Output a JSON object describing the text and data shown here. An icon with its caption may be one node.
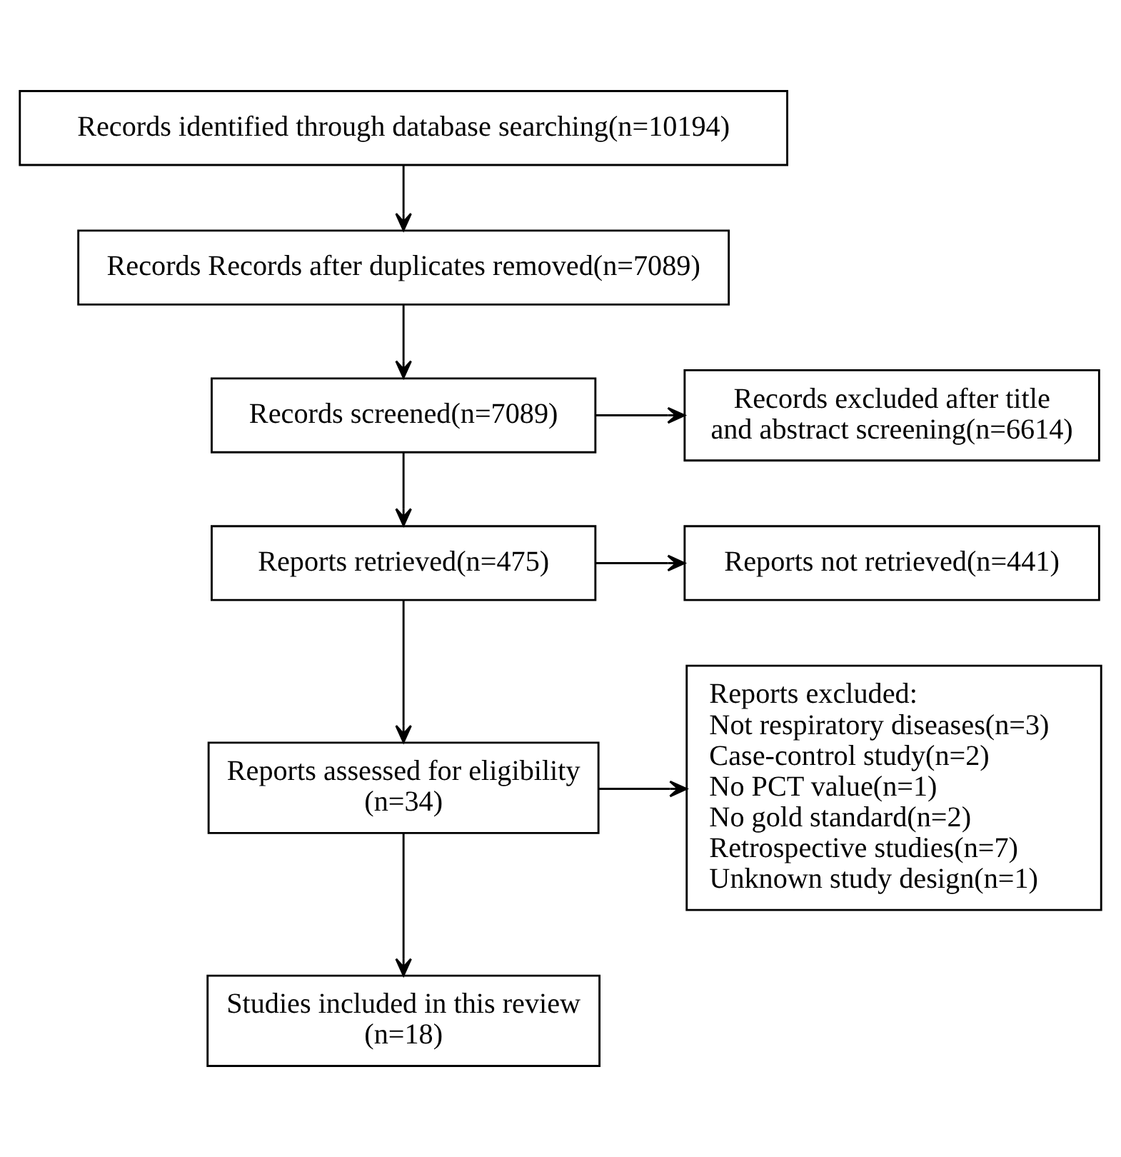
{
  "diagram": {
    "nodes": [
      {
        "text": [
          "Records identified through database searching(n=10194)"
        ]
      },
      {
        "text": [
          "Records Records after duplicates removed(n=7089)"
        ]
      },
      {
        "text": [
          "Records screened(n=7089)"
        ]
      },
      {
        "text": [
          "Records excluded after title and abstract screening(n=6614)"
        ]
      },
      {
        "text": [
          "Reports retrieved(n=475)"
        ]
      },
      {
        "text": [
          "Reports not retrieved(n=441)"
        ]
      },
      {
        "text": [
          "Reports assessed for eligibility (n=34)"
        ]
      },
      {
        "text": [
          "Reports excluded:",
          "Not respiratory diseases(n=3)",
          "Case-control study(n=2)",
          "No PCT value(n=1)",
          "No gold standard(n=2)",
          "Retrospective studies(n=7)",
          "Unknown study design(n=1)"
        ]
      },
      {
        "text": [
          "Studies included in this review (n=18)"
        ]
      }
    ],
    "edges": [
      {
        "from": 0,
        "to": 1,
        "arrow": "to"
      },
      {
        "from": 1,
        "to": 2,
        "arrow": "to"
      },
      {
        "from": 2,
        "to": 3,
        "arrow": "to"
      },
      {
        "from": 2,
        "to": 4,
        "arrow": "to"
      },
      {
        "from": 4,
        "to": 5,
        "arrow": "to"
      },
      {
        "from": 4,
        "to": 6,
        "arrow": "to"
      },
      {
        "from": 6,
        "to": 7,
        "arrow": "to"
      },
      {
        "from": 6,
        "to": 8,
        "arrow": "to"
      }
    ]
  }
}
